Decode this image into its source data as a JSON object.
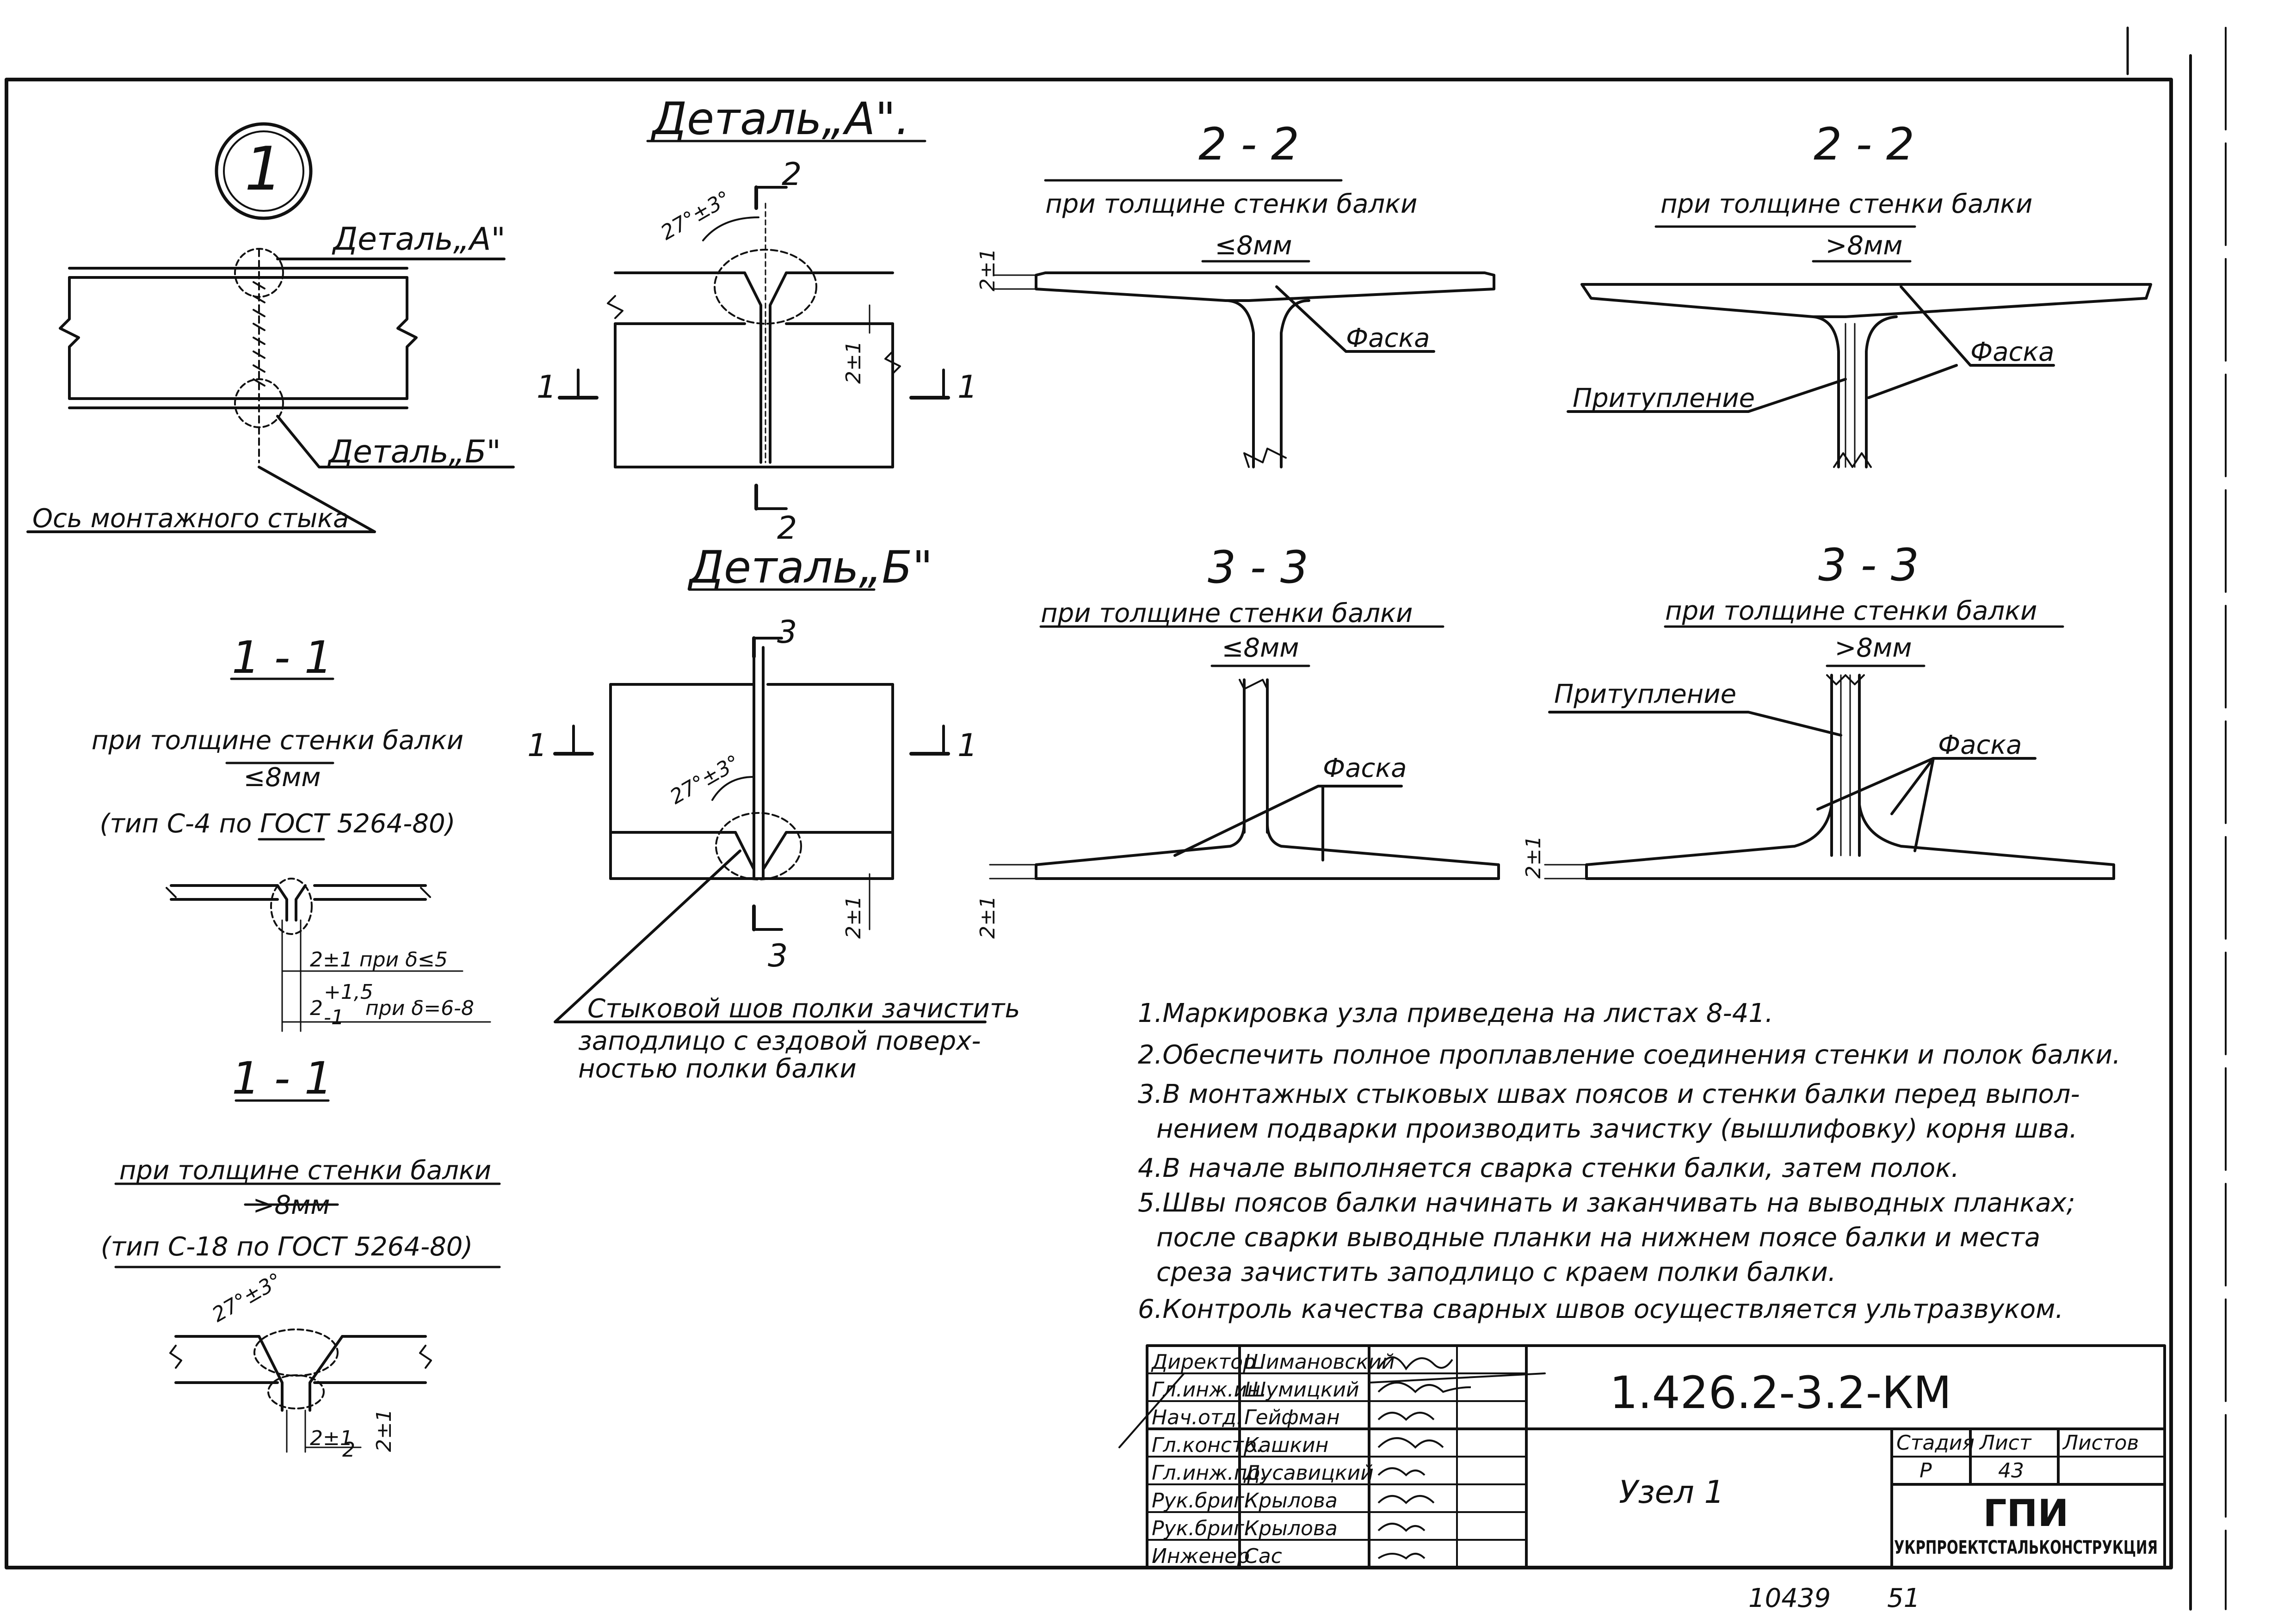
{
  "node_number": "1",
  "detail_a": {
    "title": "Деталь„А\".",
    "callout": "Деталь„А\"",
    "angle": "27°±3°",
    "gap": "2±1",
    "section_mark_2": "2",
    "section_mark_1": "1"
  },
  "detail_b": {
    "title": "Деталь„Б\"",
    "callout": "Деталь„Б\"",
    "angle": "27°±3°",
    "gap": "2±1",
    "section_mark_3": "3",
    "section_mark_1": "1",
    "note_line1": "Стыковой шов полки зачистить",
    "note_line2": "заподлицо с ездовой поверх-",
    "note_line3": "ностью полки балки"
  },
  "axis_label": "Ось монтажного стыка",
  "section_1_1_a": {
    "title": "1 - 1",
    "line1": "при толщине стенки балки",
    "line2": "≤8мм",
    "line3": "(тип С-4 по ГОСТ 5264-80)",
    "dim1": "2±1 при δ≤5",
    "dim2_main": "2",
    "dim2_tol_up": "+1,5",
    "dim2_tol_dn": "-1",
    "dim2_suffix": "при δ=6-8"
  },
  "section_1_1_b": {
    "title": "1 - 1",
    "line1": "при толщине стенки балки",
    "line2": ">8мм",
    "line3": "(тип С-18 по ГОСТ 5264-80)",
    "angle": "27°±3°",
    "dim_gap": "2±1",
    "dim_gap_sub": "2",
    "dim_h": "2±1"
  },
  "section_2_2_a": {
    "title": "2 - 2",
    "line1": "при толщине стенки балки",
    "line2": "≤8мм",
    "dim": "2±1",
    "label_chamfer": "Фаска"
  },
  "section_2_2_b": {
    "title": "2 - 2",
    "line1": "при толщине стенки балки",
    "line2": ">8мм",
    "label_chamfer": "Фаска",
    "label_blunt": "Притупление"
  },
  "section_3_3_a": {
    "title": "3 - 3",
    "line1": "при толщине стенки балки",
    "line2": "≤8мм",
    "dim": "2±1",
    "label_chamfer": "Фаска"
  },
  "section_3_3_b": {
    "title": "3 - 3",
    "line1": "при толщине стенки балки",
    "line2": ">8мм",
    "dim": "2±1",
    "label_chamfer": "Фаска",
    "label_blunt": "Притупление"
  },
  "notes": [
    "1.Маркировка узла приведена на листах 8-41.",
    "2.Обеспечить полное проплавление соединения стенки и полок балки.",
    "3.В монтажных стыковых швах поясов и стенки балки перед выпол-",
    "нением подварки производить зачистку (вышлифовку) корня шва.",
    "4.В начале выполняется сварка стенки балки, затем полок.",
    "5.Швы поясов балки начинать и заканчивать на выводных планках;",
    "после сварки выводные планки на нижнем поясе балки и места",
    "среза зачистить заподлицо с краем полки балки.",
    "6.Контроль качества сварных швов осуществляется ультразвуком."
  ],
  "title_block": {
    "roles": [
      "Директор",
      "Гл.инж.ин.",
      "Нач.отд.",
      "Гл.констр.",
      "Гл.инж.пр.",
      "Рук.бриг.",
      "Рук.бриг.",
      "Инженер"
    ],
    "names": [
      "Шимановский",
      "Шумицкий",
      "Гейфман",
      "Кашкин",
      "Дусавицкий",
      "Крылова",
      "Крылова",
      "Сас"
    ],
    "doc_code": "1.426.2-3.2-КМ",
    "title": "Узел 1",
    "stage_label": "Стадия",
    "sheet_label": "Лист",
    "sheets_label": "Листов",
    "stage": "Р",
    "sheet": "43",
    "org_logo": "ГПИ",
    "org_name": "УКРПРОЕКТСТАЛЬКОНСТРУКЦИЯ"
  },
  "footer_numbers": [
    "10439",
    "51"
  ]
}
